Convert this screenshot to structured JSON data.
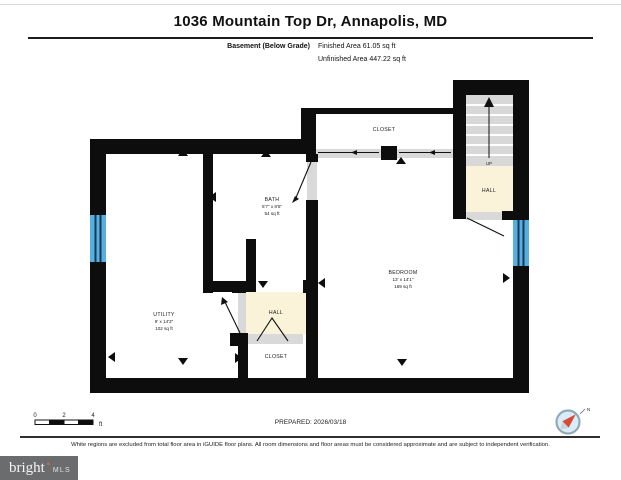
{
  "header": {
    "title": "1036 Mountain Top Dr, Annapolis, MD",
    "floor_label": "Basement (Below Grade)",
    "finished_area": "Finished Area 61.05 sq ft",
    "unfinished_area": "Unfinished Area 447.22 sq ft"
  },
  "rooms": {
    "utility": {
      "name": "UTILITY",
      "dimensions": "9' x 14'3\"",
      "area": "102 sq ft"
    },
    "bath": {
      "name": "BATH",
      "dimensions": "6'7\" x 8'5\"",
      "area": "54 sq ft"
    },
    "bedroom": {
      "name": "BEDROOM",
      "dimensions": "13' x 14'1\"",
      "area": "169 sq ft"
    },
    "closet_top": {
      "name": "CLOSET"
    },
    "closet_bottom": {
      "name": "CLOSET"
    },
    "hall_stairs": {
      "name": "HALL"
    },
    "hall_middle": {
      "name": "HALL"
    },
    "stairs_label": "UP"
  },
  "scale_bar": {
    "labels": [
      "0",
      "2",
      "4"
    ],
    "unit": "ft"
  },
  "compass": {
    "north_label": "N"
  },
  "footer": {
    "prepared": "PREPARED: 2026/03/18",
    "disclaimer": "White regions are excluded from total floor area in iGUIDE floor plans. All room dimensions and floor areas must be considered approximate and are subject to independent verification.",
    "brand": "bright",
    "brand_spark": "✶",
    "brand_suffix": "MLS"
  },
  "colors": {
    "wall": "#0d0d0d",
    "finished_area_fill": "#faf3d9",
    "threshold": "#d9d9d9",
    "stairs": "#d8d8d8",
    "window": "#57aee0",
    "brand_bar": "#6b6c6e",
    "brand_accent": "#e66a32"
  }
}
